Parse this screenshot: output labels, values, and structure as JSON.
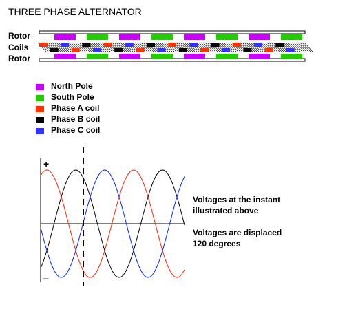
{
  "title": "THREE PHASE ALTERNATOR",
  "machine": {
    "top_rotor_label": "Rotor",
    "coils_label": "Coils",
    "bottom_rotor_label": "Rotor"
  },
  "colors": {
    "north_pole": "#cc00ff",
    "south_pole": "#22cc00",
    "phase_a": "#ff3300",
    "phase_b": "#000000",
    "phase_c": "#3333ff",
    "wave_a": "#ff2200",
    "wave_b": "#000000",
    "wave_c": "#0022ff"
  },
  "legend": [
    {
      "label": "North Pole",
      "color": "#cc00ff"
    },
    {
      "label": "South Pole",
      "color": "#22cc00"
    },
    {
      "label": "Phase A coil",
      "color": "#ff3300"
    },
    {
      "label": "Phase B coil",
      "color": "#000000"
    },
    {
      "label": "Phase C coil",
      "color": "#3333ff"
    }
  ],
  "waveform": {
    "plus_label": "+",
    "minus_label": "–",
    "phase_shift_degrees": 120,
    "cycles_shown": 1.7
  },
  "notes": {
    "line1": "Voltages at the instant",
    "line2": "illustrated above",
    "line3": "Voltages are displaced",
    "line4": "120 degrees"
  }
}
